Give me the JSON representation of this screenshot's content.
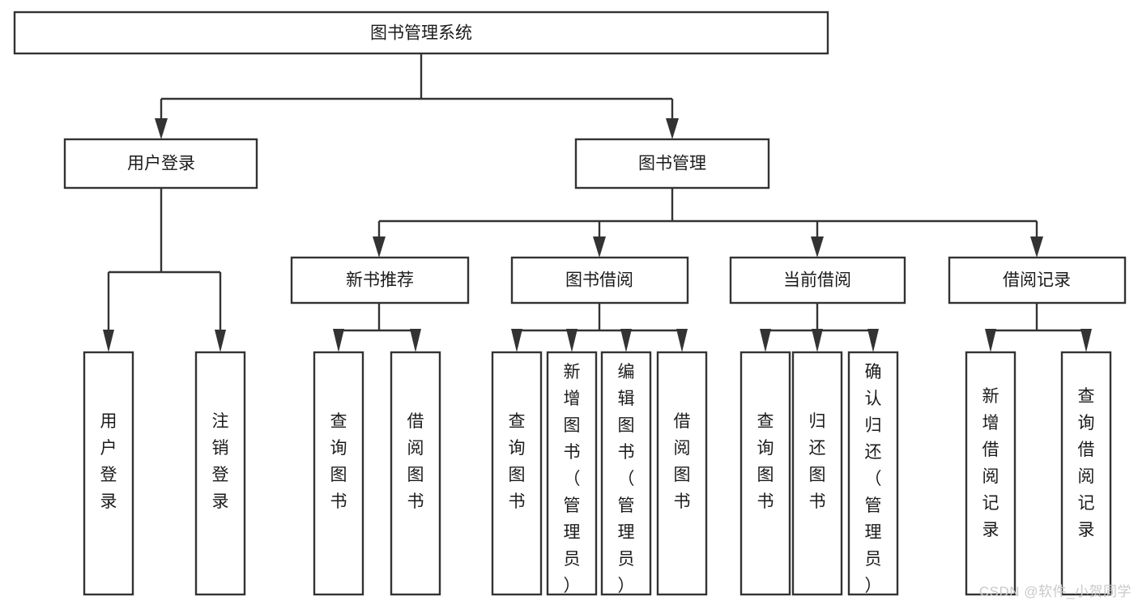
{
  "diagram": {
    "title": "图书管理系统",
    "type": "tree-hierarchy-diagram",
    "watermark": "CSDN @软件_小贺同学",
    "colors": {
      "background": "#ffffff",
      "stroke": "#333333",
      "box_fill": "#ffffff",
      "text": "#1b1b1b",
      "watermark": "#c9c9c9"
    },
    "root": {
      "label": "图书管理系统"
    },
    "level2": [
      {
        "label": "用户登录"
      },
      {
        "label": "图书管理"
      }
    ],
    "level3": [
      {
        "label": "新书推荐"
      },
      {
        "label": "图书借阅"
      },
      {
        "label": "当前借阅"
      },
      {
        "label": "借阅记录"
      }
    ],
    "leaves": {
      "user_login": [
        {
          "label": "用户登录"
        },
        {
          "label": "注销登录"
        }
      ],
      "new_book_recommend": [
        {
          "label": "查询图书"
        },
        {
          "label": "借阅图书"
        }
      ],
      "book_borrow": [
        {
          "label": "查询图书"
        },
        {
          "label": "新增图书（管理员）"
        },
        {
          "label": "编辑图书（管理员）"
        },
        {
          "label": "借阅图书"
        }
      ],
      "current_borrow": [
        {
          "label": "查询图书"
        },
        {
          "label": "归还图书"
        },
        {
          "label": "确认归还（管理员）"
        }
      ],
      "borrow_records": [
        {
          "label": "新增借阅记录"
        },
        {
          "label": "查询借阅记录"
        }
      ]
    }
  }
}
